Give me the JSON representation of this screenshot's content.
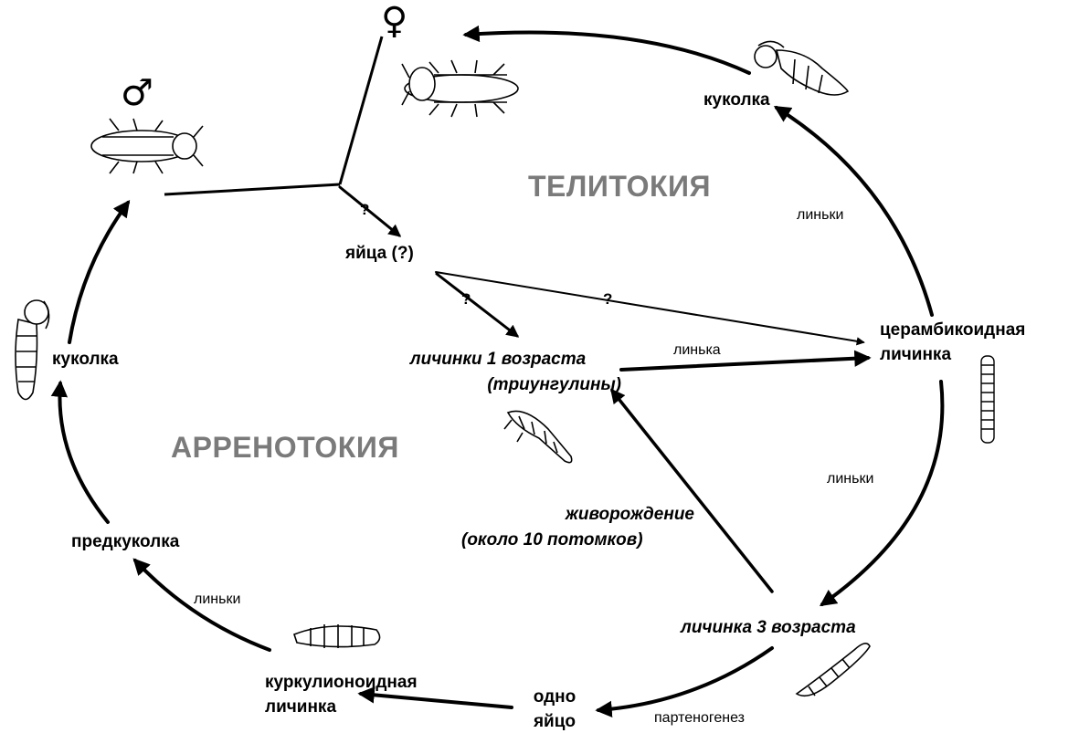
{
  "modes": {
    "thelytoky": "ТЕЛИТОКИЯ",
    "arrhenotoky": "АРРЕНОТОКИЯ"
  },
  "symbols": {
    "female": "♀",
    "male": "♂"
  },
  "stages": {
    "eggs_question": "яйца (?)",
    "larva1_line1": "личинки 1 возраста",
    "larva1_line2": "(триунгулины)",
    "cerambycoid_line1": "церамбикоидная",
    "cerambycoid_line2": "личинка",
    "pupa_right": "куколка",
    "pupa_left": "куколка",
    "prepupa": "предкуколка",
    "curculionoid_line1": "куркулионоидная",
    "curculionoid_line2": "личинка",
    "one_egg_line1": "одно",
    "one_egg_line2": "яйцо",
    "larva3": "личинка 3 возраста",
    "viviparity_line1": "живорождение",
    "viviparity_line2": "(около 10 потомков)"
  },
  "transitions": {
    "molts_upper_right": "линьки",
    "molt_single": "линька",
    "molts_lower_right": "линьки",
    "molts_lower_left": "линьки",
    "parthenogenesis": "партеногенез",
    "q1": "?",
    "q2": "?",
    "q3": "?"
  }
}
